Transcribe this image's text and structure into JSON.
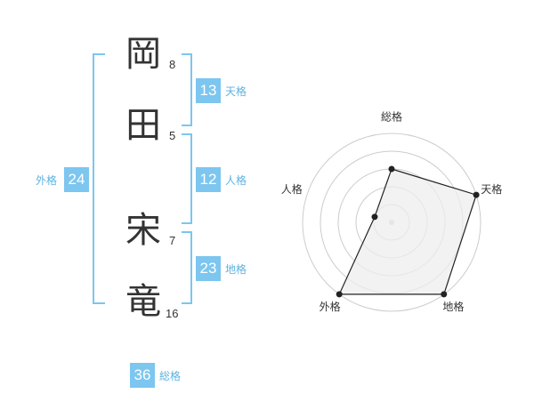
{
  "name": {
    "chars": [
      {
        "char": "岡",
        "strokes": "8"
      },
      {
        "char": "田",
        "strokes": "5"
      },
      {
        "char": "宋",
        "strokes": "7"
      },
      {
        "char": "竜",
        "strokes": "16"
      }
    ]
  },
  "fortunes": {
    "tenkaku": {
      "value": "13",
      "label": "天格"
    },
    "jinkaku": {
      "value": "12",
      "label": "人格"
    },
    "chikaku": {
      "value": "23",
      "label": "地格"
    },
    "gaikaku": {
      "value": "24",
      "label": "外格"
    },
    "soukaku": {
      "value": "36",
      "label": "総格"
    }
  },
  "chart_data": {
    "type": "radar",
    "axes": [
      "総格",
      "天格",
      "地格",
      "外格",
      "人格"
    ],
    "values": [
      3,
      5,
      5,
      5,
      1
    ],
    "max": 5,
    "rings": 5,
    "colors": {
      "fill": "#eeeeee",
      "line": "#222222",
      "grid": "#cccccc",
      "center": "#cccccc"
    }
  }
}
